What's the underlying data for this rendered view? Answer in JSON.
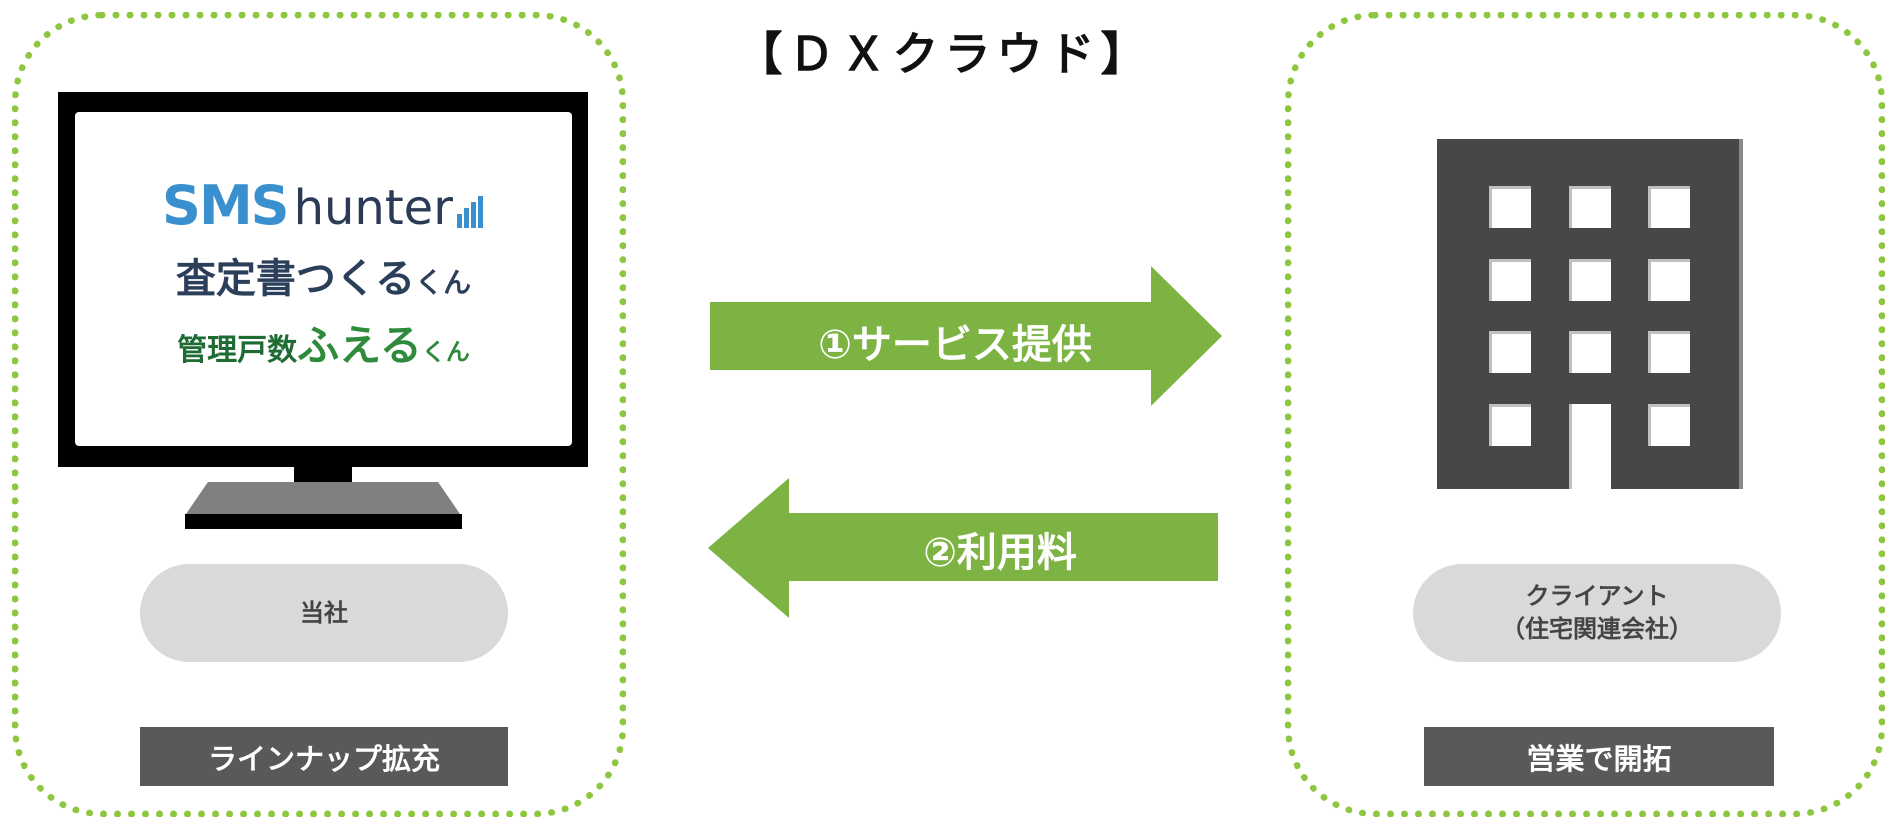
{
  "title": "【ＤＸクラウド】",
  "left": {
    "logos": {
      "sms_hunter": {
        "part1": "SMS",
        "part2": "hunter"
      },
      "satei": {
        "main": "査定書つくる",
        "suffix": "くん"
      },
      "fueru": {
        "prefix": "管理戸数",
        "main": "ふえる",
        "suffix": "くん"
      }
    },
    "company_label": "当社",
    "bottom_label": "ラインナップ拡充"
  },
  "arrows": {
    "forward_label": "①サービス提供",
    "back_label": "②利用料",
    "color": "#7cb342"
  },
  "right": {
    "client_line1": "クライアント",
    "client_line2": "（住宅関連会社）",
    "bottom_label": "営業で開拓",
    "icon": "office-building-icon"
  },
  "colors": {
    "dotted_border": "#8dc63f",
    "pill": "#d9d9d9",
    "label_box": "#595959"
  }
}
